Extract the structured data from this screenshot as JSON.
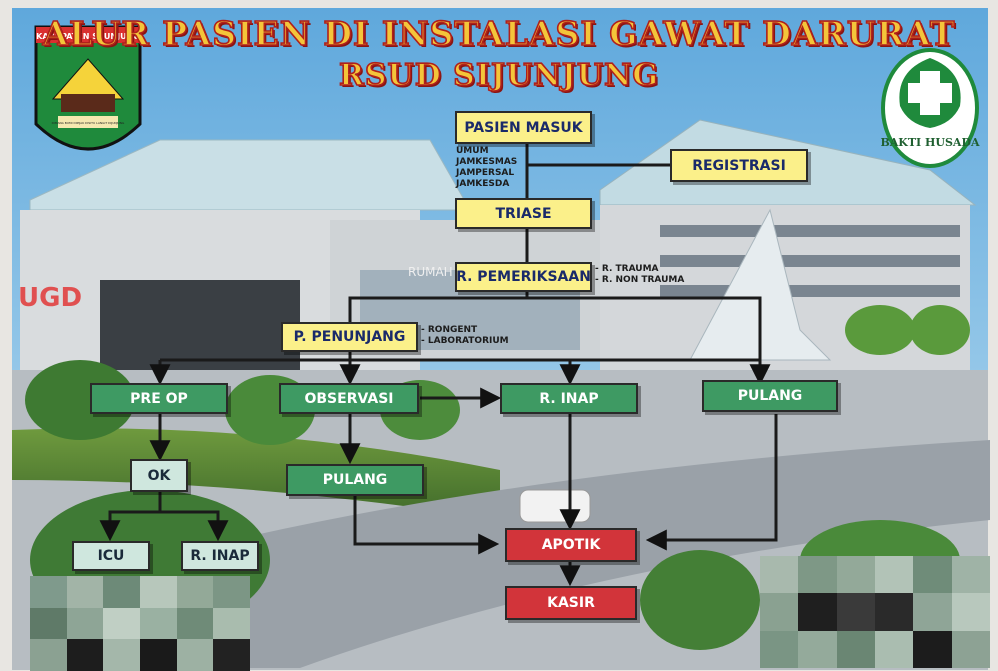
{
  "title": "ALUR PASIEN DI INSTALASI GAWAT DARURAT",
  "subtitle": "RSUD SIJUNJUNG",
  "logos": {
    "left": {
      "name": "kabupaten-sijunjung-emblem",
      "banner": "KABUPATEN SIJUNJUNG",
      "motto": "DIMANA BUMI DIPIJAK DISITU LANGIT DIJUNJUNG"
    },
    "right": {
      "name": "bakti-husada-emblem",
      "text": "BAKTI HUSADA"
    }
  },
  "background": {
    "sign": "UGD",
    "building_sign": "RUMAH"
  },
  "nodes": {
    "pasien_masuk": "PASIEN MASUK",
    "registrasi": "REGISTRASI",
    "triase": "TRIASE",
    "pemeriksaan": "R. PEMERIKSAAN",
    "penunjang": "P. PENUNJANG",
    "pre_op": "PRE OP",
    "observasi": "OBSERVASI",
    "r_inap": "R. INAP",
    "pulang_right": "PULANG",
    "ok": "OK",
    "pulang_mid": "PULANG",
    "icu": "ICU",
    "r_inap_bottom": "R. INAP",
    "apotik": "APOTIK",
    "kasir": "KASIR"
  },
  "notes": {
    "payment": [
      "UMUM",
      "JAMKESMAS",
      "JAMPERSAL",
      "JAMKESDA"
    ],
    "pemeriksaan": [
      "- R. TRAUMA",
      "- R. NON TRAUMA"
    ],
    "penunjang": [
      "- RONGENT",
      "- LABORATORIUM"
    ]
  },
  "colors": {
    "yellow_box": "#fbf08a",
    "green_box": "#3e9a63",
    "pale_box": "#cfe7de",
    "red_box": "#d2343a",
    "title_fill": "#f4c53a",
    "title_outline": "#b0201b"
  }
}
